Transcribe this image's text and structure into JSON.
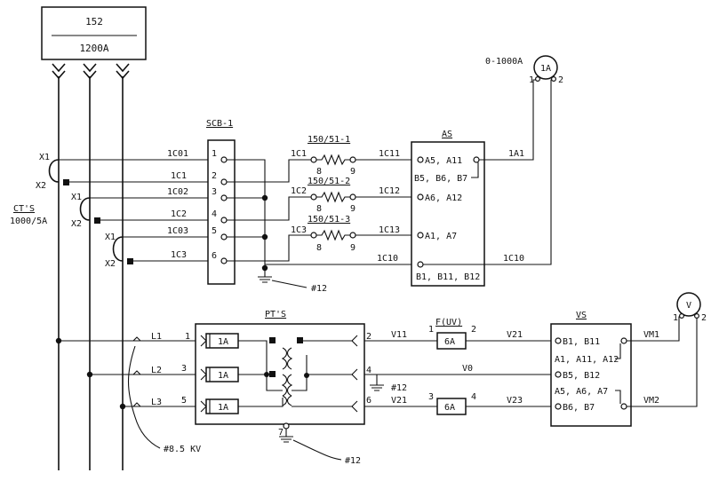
{
  "breaker": {
    "id": "152",
    "rating": "1200A"
  },
  "cts": {
    "title": "CT'S",
    "ratio": "1000/5A",
    "x1": "X1",
    "x2": "X2"
  },
  "scb": {
    "title": "SCB-1",
    "terminals": [
      "1",
      "2",
      "3",
      "4",
      "5",
      "6"
    ]
  },
  "wires": {
    "c01": "1C01",
    "c1": "1C1",
    "c02": "1C02",
    "c2": "1C2",
    "c03": "1C03",
    "c3": "1C3",
    "c1b": "1C1",
    "c2b": "1C2",
    "c3b": "1C3",
    "c11": "1C11",
    "c12": "1C12",
    "c13": "1C13",
    "c10": "1C10",
    "c10b": "1C10",
    "a1": "1A1",
    "v11": "V11",
    "v21": "V21",
    "v0": "V0",
    "v21b": "V21",
    "v23": "V23",
    "vm1": "VM1",
    "vm2": "VM2"
  },
  "relays": {
    "r1": {
      "name": "150/51-1",
      "t1": "8",
      "t2": "9"
    },
    "r2": {
      "name": "150/51-2",
      "t1": "8",
      "t2": "9"
    },
    "r3": {
      "name": "150/51-3",
      "t1": "8",
      "t2": "9"
    }
  },
  "as": {
    "title": "AS",
    "rows": [
      "A5, A11",
      "B5, B6, B7",
      "A6, A12",
      "A1, A7",
      "B1, B11, B12"
    ]
  },
  "ammeter": {
    "range": "0-1000A",
    "label": "1A",
    "t1": "1",
    "t2": "2"
  },
  "ground_ref": "#12",
  "pts": {
    "title": "PT'S",
    "fuse": "1A",
    "pins": [
      "1",
      "2",
      "3",
      "4",
      "5",
      "6",
      "7"
    ]
  },
  "lines": [
    "L1",
    "L2",
    "L3"
  ],
  "fuv": {
    "title": "F(UV)",
    "rating": "6A",
    "n1": "1",
    "n2": "2",
    "n3": "3",
    "n4": "4"
  },
  "vs": {
    "title": "VS",
    "rows": [
      "B1, B11",
      "A1, A11, A12",
      "B5, B12",
      "A5, A6, A7",
      "B6, B7"
    ]
  },
  "voltmeter": {
    "label": "V",
    "t1": "1",
    "t2": "2"
  },
  "voltage": "#8.5 KV"
}
